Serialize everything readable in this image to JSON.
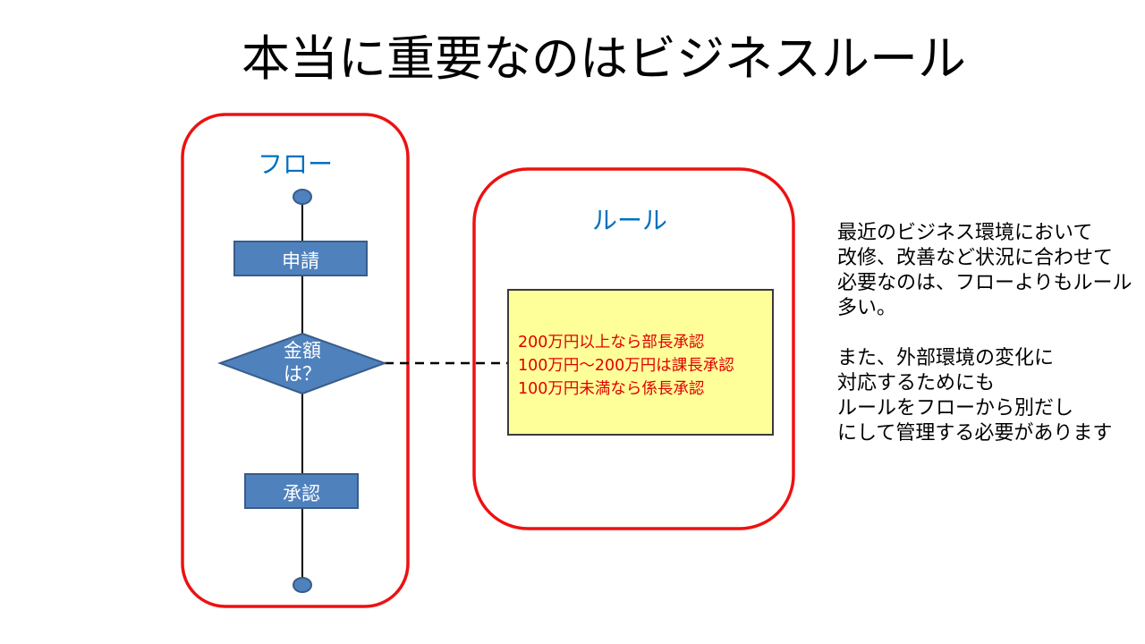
{
  "title": "本当に重要なのはビジネスルール",
  "flow": {
    "label": "フロー",
    "nodes": {
      "apply": "申請",
      "decision": [
        "金額",
        "は？"
      ],
      "approve": "承認"
    }
  },
  "rule": {
    "label": "ルール",
    "lines": [
      "200万円以上なら部長承認",
      "100万円～200万円は課長承認",
      "100万円未満なら係長承認"
    ]
  },
  "explanation": {
    "paragraph1": [
      "最近のビジネス環境において",
      "改修、改善など状況に合わせて",
      "必要なのは、フローよりもルール",
      "多い。"
    ],
    "paragraph2": [
      "また、外部環境の変化に",
      "対応するためにも",
      "ルールをフローから別だし",
      "にして管理する必要があります"
    ]
  },
  "colors": {
    "container_border": "#ee1111",
    "node_fill": "#4f81bd",
    "node_border": "#385d8a",
    "label_blue": "#0070c0",
    "rule_fill": "#ffff99",
    "rule_text": "#e00000"
  }
}
